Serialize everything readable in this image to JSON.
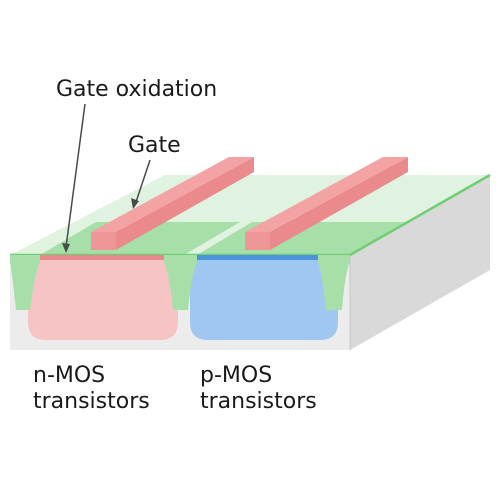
{
  "labels": {
    "gate_oxidation": "Gate oxidation",
    "gate": "Gate",
    "nmos_line1": "n-MOS",
    "nmos_line2": "transistors",
    "pmos_line1": "p-MOS",
    "pmos_line2": "transistors"
  },
  "colors": {
    "substrate_front": "#ececec",
    "substrate_side": "#d9d9d9",
    "substrate_edge": "#c6c6c6",
    "field_oxide_top": "#dff3e0",
    "field_oxide_dark": "#a6e0a8",
    "field_oxide_edge": "#6fce73",
    "nmos_well": "#f6c4c5",
    "pmos_well": "#9ec8ef",
    "gate_oxide_n": "#e8878a",
    "gate_oxide_p": "#4b93df",
    "gate_top": "#f4a3a5",
    "gate_side": "#ea8a8d",
    "gate_front": "#ef9699",
    "leader_line": "#4a4a4a"
  }
}
